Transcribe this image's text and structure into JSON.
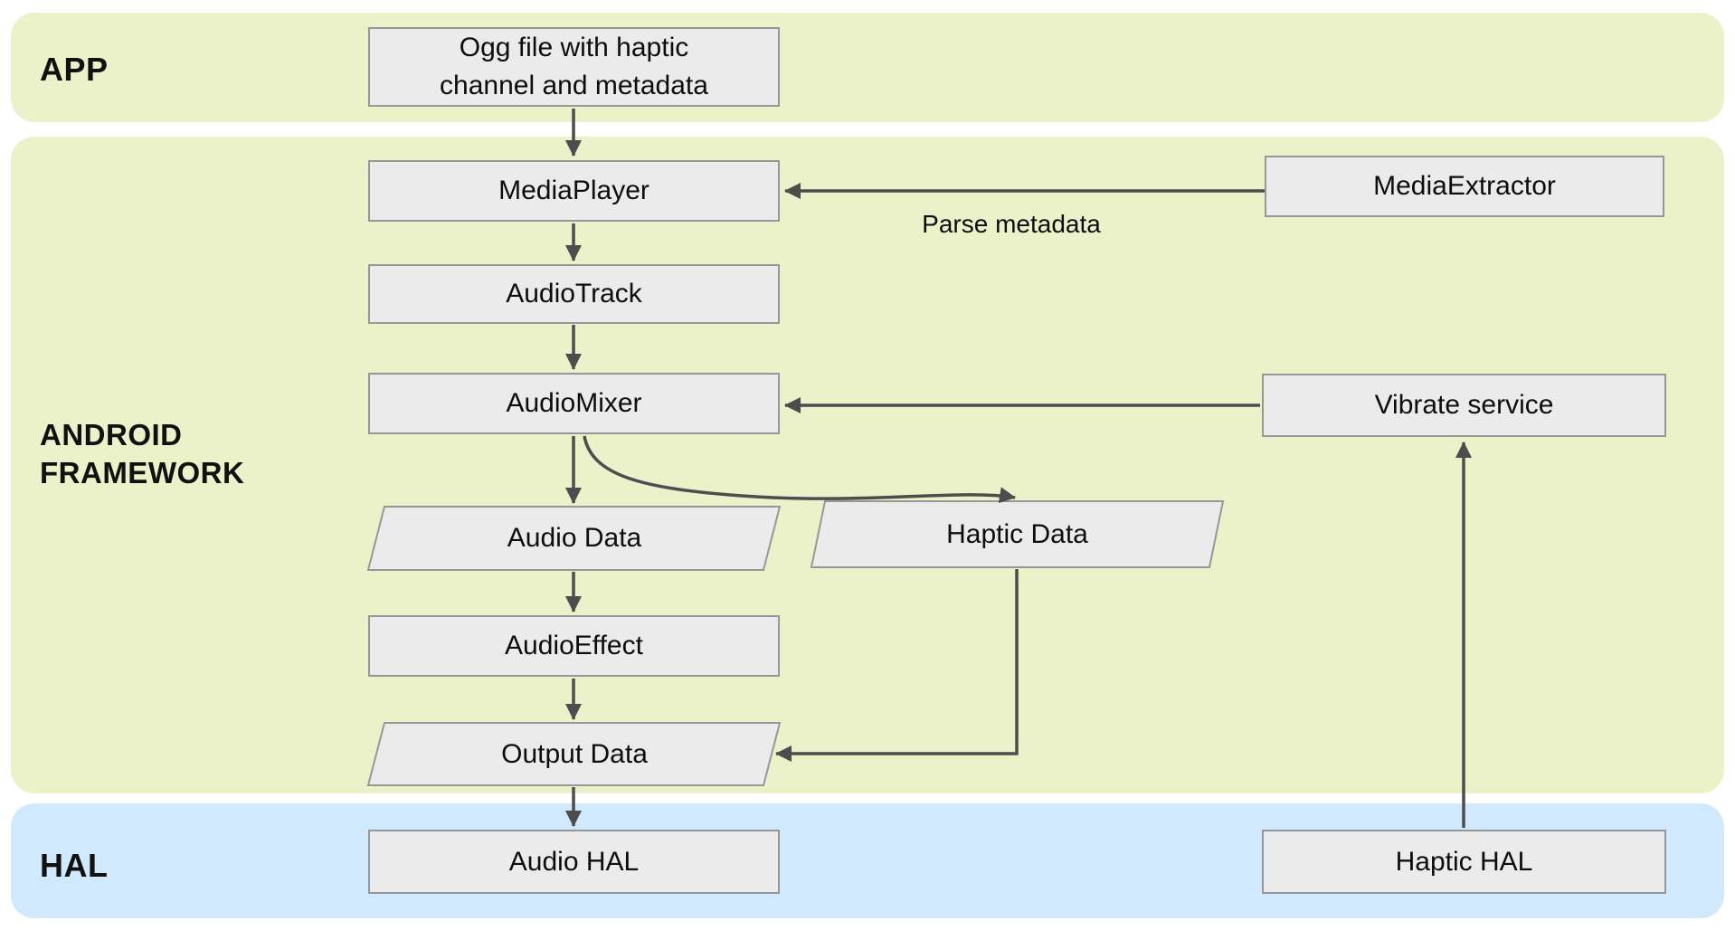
{
  "diagram": {
    "title_hint": "Android haptic and audio data flow",
    "bands": {
      "app": {
        "label": "APP"
      },
      "framework": {
        "label": "ANDROID FRAMEWORK"
      },
      "hal": {
        "label": "HAL"
      }
    },
    "nodes": {
      "ogg_file": {
        "label": "Ogg file with haptic channel and metadata",
        "shape": "rect"
      },
      "media_player": {
        "label": "MediaPlayer",
        "shape": "rect"
      },
      "media_extractor": {
        "label": "MediaExtractor",
        "shape": "rect"
      },
      "audio_track": {
        "label": "AudioTrack",
        "shape": "rect"
      },
      "audio_mixer": {
        "label": "AudioMixer",
        "shape": "rect"
      },
      "vibrate_service": {
        "label": "Vibrate service",
        "shape": "rect"
      },
      "audio_data": {
        "label": "Audio Data",
        "shape": "parallelogram"
      },
      "haptic_data": {
        "label": "Haptic Data",
        "shape": "parallelogram"
      },
      "audio_effect": {
        "label": "AudioEffect",
        "shape": "rect"
      },
      "output_data": {
        "label": "Output Data",
        "shape": "parallelogram"
      },
      "audio_hal": {
        "label": "Audio HAL",
        "shape": "rect"
      },
      "haptic_hal": {
        "label": "Haptic HAL",
        "shape": "rect"
      }
    },
    "edges": {
      "parse_metadata_label": "Parse metadata",
      "list": [
        "ogg_file -> media_player",
        "media_extractor -> media_player (Parse metadata)",
        "media_player -> audio_track",
        "audio_track -> audio_mixer",
        "vibrate_service -> audio_mixer",
        "audio_mixer -> audio_data",
        "audio_mixer -> haptic_data",
        "audio_data -> audio_effect",
        "audio_effect -> output_data",
        "haptic_data -> output_data",
        "output_data -> audio_hal",
        "haptic_hal -> vibrate_service"
      ]
    },
    "colors": {
      "band_green": "#ebf2ca",
      "band_blue": "#d0e9fc",
      "node_fill": "#ebebeb",
      "node_border": "#979797",
      "arrow": "#4d4d4d",
      "text": "#0d0d0d"
    }
  }
}
